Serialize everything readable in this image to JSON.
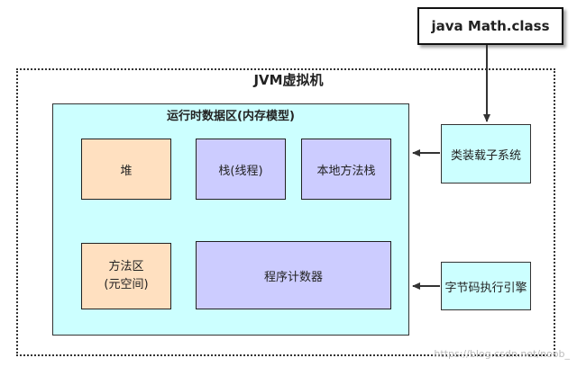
{
  "class_file": "java Math.class",
  "jvm": {
    "title": "JVM虚拟机",
    "runtime_area": {
      "title": "运行时数据区(内存模型)",
      "heap": "堆",
      "stack": "栈(线程)",
      "native_stack": "本地方法栈",
      "method_area_line1": "方法区",
      "method_area_line2": "(元空间)",
      "pc_register": "程序计数器"
    },
    "class_loader": "类装载子系统",
    "execution_engine": "字节码执行引擎"
  },
  "watermark": "https://blog.csdn.net/noob_",
  "colors": {
    "runtime_bg": "#ccffff",
    "peach": "#ffe0c0",
    "lavender": "#ccccff"
  }
}
